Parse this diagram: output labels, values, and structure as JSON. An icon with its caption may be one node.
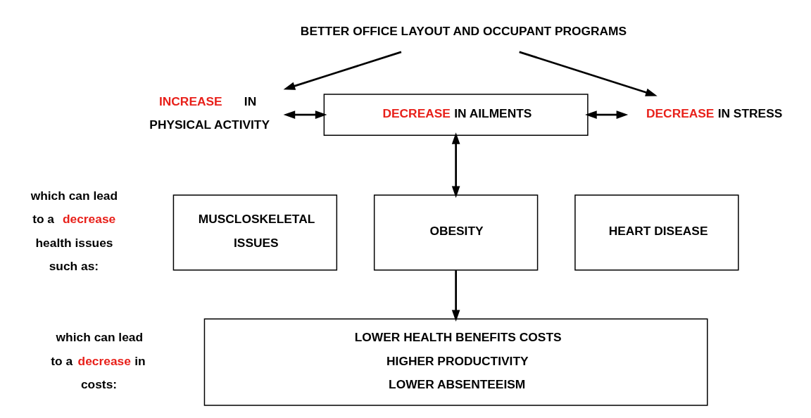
{
  "diagram": {
    "nodes": [
      {
        "text": [
          "BETTER OFFICE LAYOUT AND OCCUPANT PROGRAMS"
        ]
      },
      {
        "text": [
          "INCREASE IN PHYSICAL ACTIVITY"
        ]
      },
      {
        "text": [
          "DECREASE IN AILMENTS"
        ]
      },
      {
        "text": [
          "DECREASE IN STRESS"
        ]
      },
      {
        "text": [
          "MUSCLOSKELETAL ISSUES"
        ]
      },
      {
        "text": [
          "OBESITY"
        ]
      },
      {
        "text": [
          "HEART DISEASE"
        ]
      },
      {
        "text": [
          "LOWER HEALTH BENEFITS COSTS",
          "HIGHER PRODUCTIVITY",
          "LOWER ABSENTEEISM"
        ]
      }
    ],
    "edges": [
      {
        "from": 0,
        "to": 1,
        "arrow": "to"
      },
      {
        "from": 0,
        "to": 3,
        "arrow": "to"
      },
      {
        "from": 1,
        "to": 2,
        "arrow": "both"
      },
      {
        "from": 2,
        "to": 3,
        "arrow": "both"
      },
      {
        "from": 2,
        "to": 5,
        "arrow": "both"
      },
      {
        "from": 5,
        "to": 7,
        "arrow": "to"
      }
    ],
    "labels": [
      "which can lead to a decrease health issues such as:",
      "which can lead to a decrease in costs:"
    ]
  }
}
